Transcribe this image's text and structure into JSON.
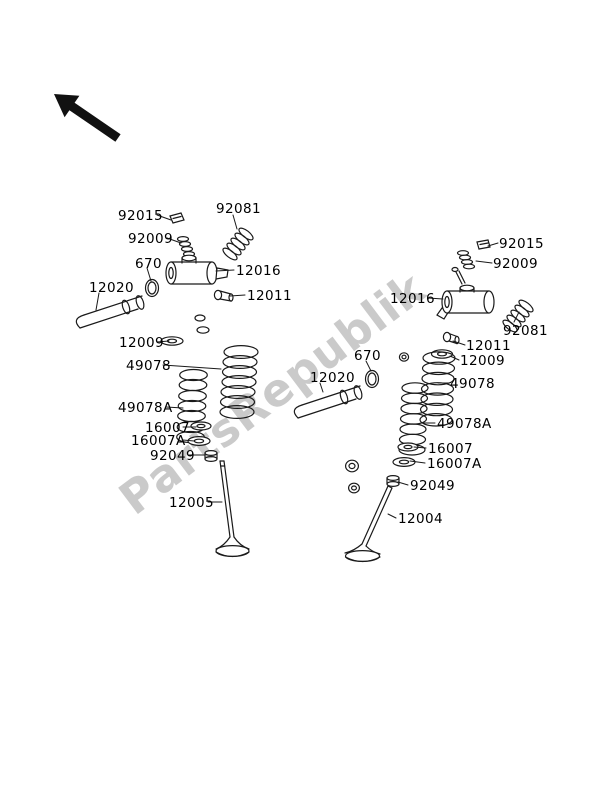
{
  "watermark": "PartsRepublik",
  "colors": {
    "line": "#1a1a1a",
    "watermark": "#c1c1c1",
    "background": "#ffffff"
  },
  "labels": [
    {
      "text": "92015",
      "side": "left"
    },
    {
      "text": "92009",
      "side": "left"
    },
    {
      "text": "92081",
      "side": "left"
    },
    {
      "text": "670",
      "side": "left"
    },
    {
      "text": "12016",
      "side": "left"
    },
    {
      "text": "12020",
      "side": "left"
    },
    {
      "text": "12011",
      "side": "left"
    },
    {
      "text": "12009",
      "side": "left"
    },
    {
      "text": "49078",
      "side": "left"
    },
    {
      "text": "49078A",
      "side": "left"
    },
    {
      "text": "16007",
      "side": "left"
    },
    {
      "text": "16007A",
      "side": "left"
    },
    {
      "text": "92049",
      "side": "left"
    },
    {
      "text": "12005",
      "side": "left"
    },
    {
      "text": "92015",
      "side": "right"
    },
    {
      "text": "92009",
      "side": "right"
    },
    {
      "text": "12016",
      "side": "right"
    },
    {
      "text": "92081",
      "side": "right"
    },
    {
      "text": "12011",
      "side": "right"
    },
    {
      "text": "12009",
      "side": "right"
    },
    {
      "text": "670",
      "side": "right"
    },
    {
      "text": "49078",
      "side": "right"
    },
    {
      "text": "12020",
      "side": "right"
    },
    {
      "text": "49078A",
      "side": "right"
    },
    {
      "text": "16007",
      "side": "right"
    },
    {
      "text": "16007A",
      "side": "right"
    },
    {
      "text": "92049",
      "side": "right"
    },
    {
      "text": "12004",
      "side": "right"
    }
  ]
}
